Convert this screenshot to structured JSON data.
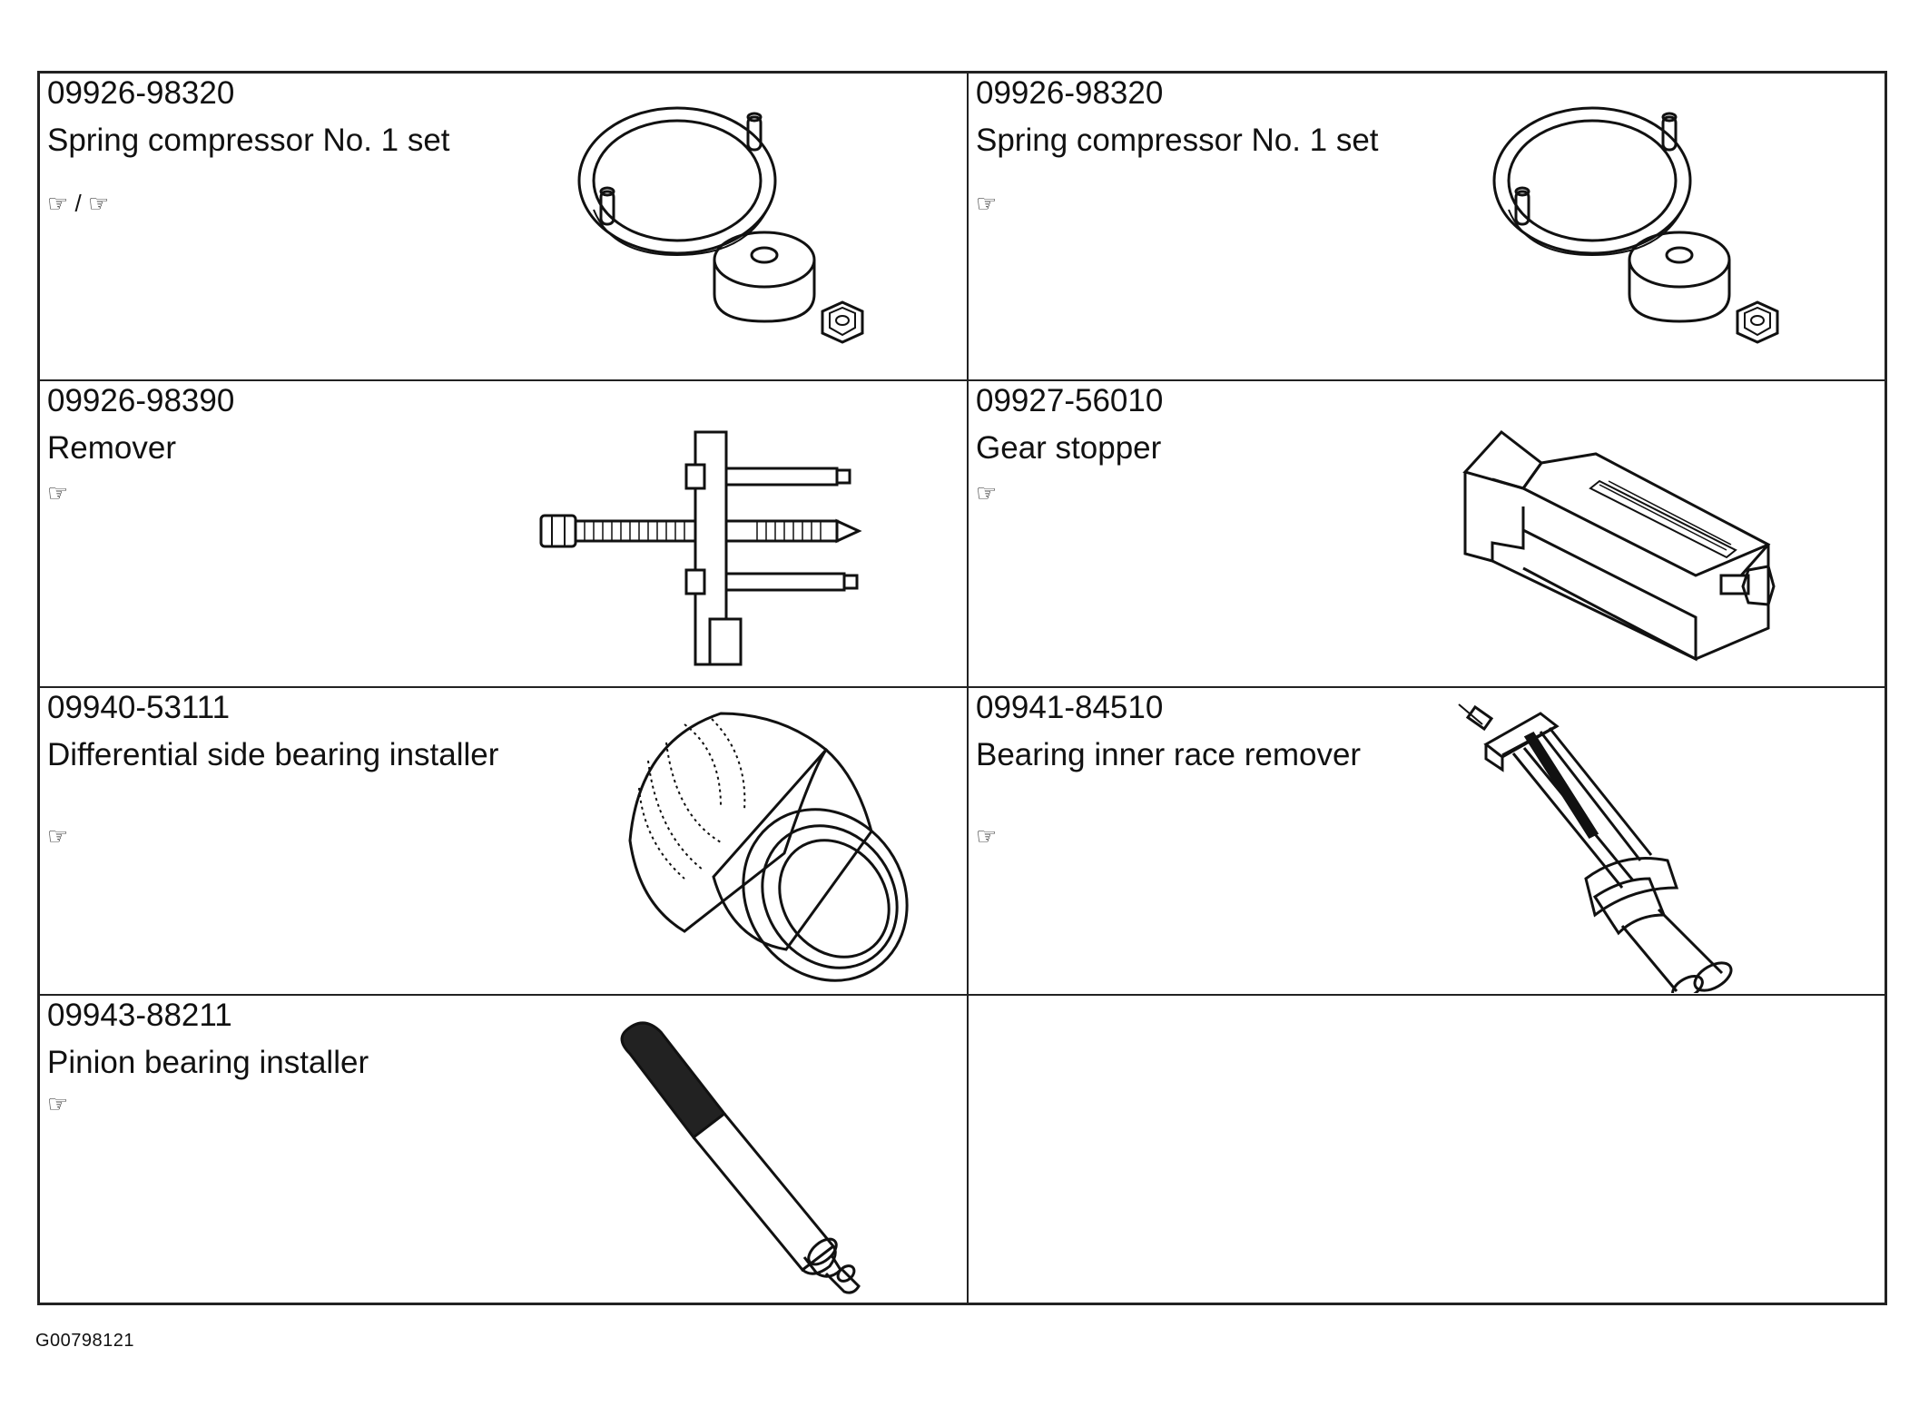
{
  "tools": [
    {
      "part_no": "09926-98320",
      "name": "Spring compressor No. 1 set",
      "ref": "☞ / ☞",
      "illustration": "spring-compressor"
    },
    {
      "part_no": "09926-98320",
      "name": "Spring compressor No. 1 set",
      "ref": "☞",
      "illustration": "spring-compressor"
    },
    {
      "part_no": "09926-98390",
      "name": "Remover",
      "ref": "☞",
      "illustration": "remover"
    },
    {
      "part_no": "09927-56010",
      "name": "Gear stopper",
      "ref": "☞",
      "illustration": "gear-stopper"
    },
    {
      "part_no": "09940-53111",
      "name": "Differential side bearing installer",
      "ref": "☞",
      "illustration": "bearing-installer"
    },
    {
      "part_no": "09941-84510",
      "name": "Bearing inner race remover",
      "ref": "☞",
      "illustration": "inner-race-remover"
    },
    {
      "part_no": "09943-88211",
      "name": "Pinion bearing installer",
      "ref": "☞",
      "illustration": "pinion-installer"
    }
  ],
  "figure_id": "G00798121"
}
